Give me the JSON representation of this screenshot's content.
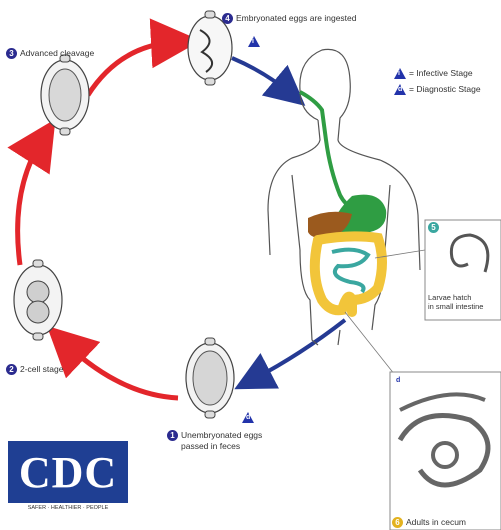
{
  "stages": {
    "s1": {
      "num": "1",
      "text": [
        "Unembryonated eggs",
        "passed in feces"
      ]
    },
    "s2": {
      "num": "2",
      "text": [
        "2-cell stage"
      ]
    },
    "s3": {
      "num": "3",
      "text": [
        "Advanced cleavage"
      ]
    },
    "s4": {
      "num": "4",
      "text": [
        "Embryonated eggs are ingested"
      ]
    },
    "s5": {
      "num": "5",
      "text": [
        "Larvae hatch",
        "in small intestine"
      ]
    },
    "s6": {
      "num": "6",
      "text": [
        "Adults in cecum"
      ]
    }
  },
  "legend": {
    "infective": {
      "symbol": "i",
      "text": "= Infective Stage"
    },
    "diagnostic": {
      "symbol": "d",
      "text": "= Diagnostic Stage"
    }
  },
  "stage_markers": {
    "i": "i",
    "d": "d"
  },
  "logo": {
    "text": "CDC",
    "subtext": "SAFER · HEALTHIER · PEOPLE"
  },
  "colors": {
    "red_arrow": "#e3262b",
    "blue_arrow": "#253a93",
    "intestine": "#f2c53a",
    "liver": "#9b5a1e",
    "stomach": "#2f9d43",
    "esophagus": "#2f9d43"
  }
}
